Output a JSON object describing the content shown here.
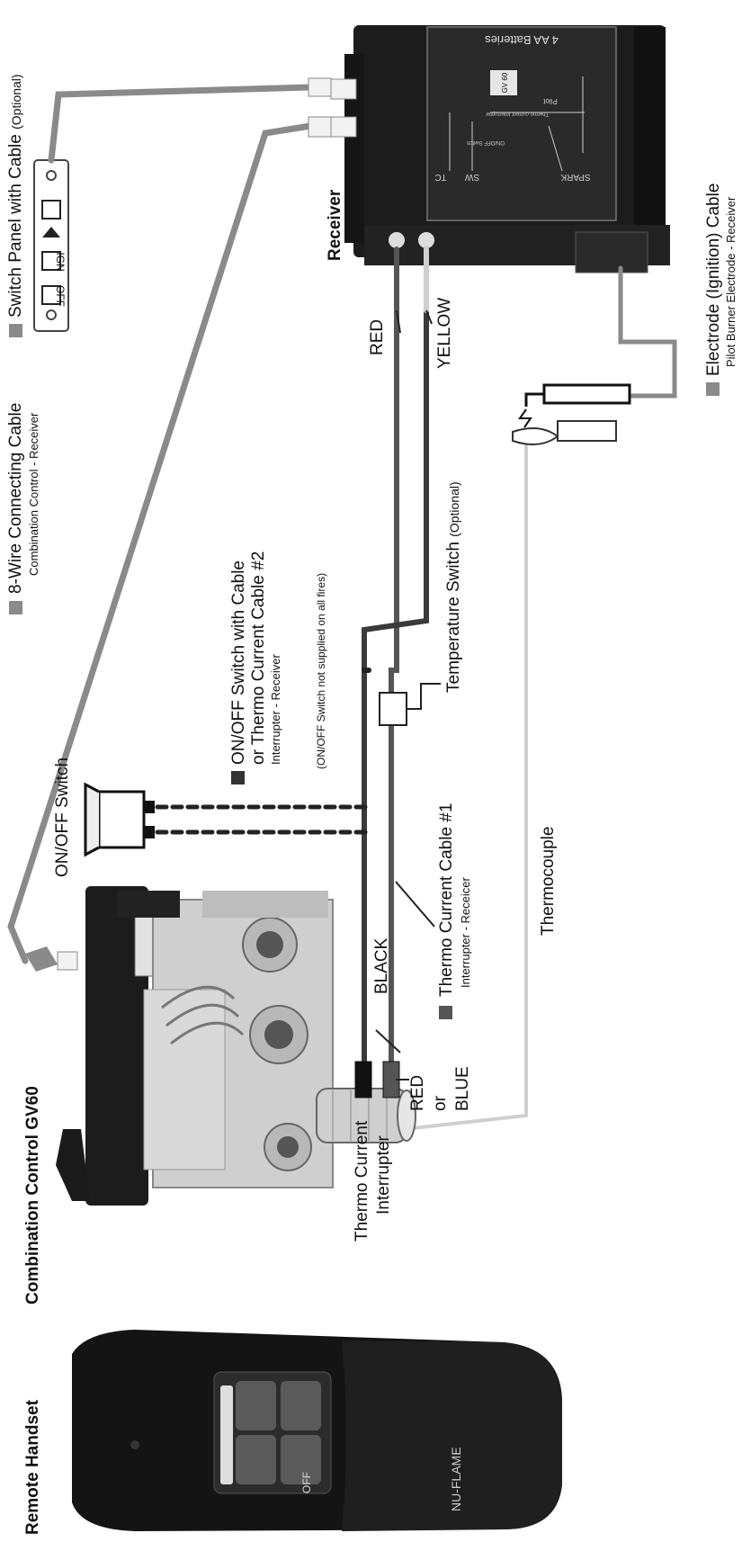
{
  "labels": {
    "remote_handset": "Remote Handset",
    "combination_control": "Combination Control GV60",
    "thermo_current_interrupter": [
      "Thermo Current",
      "Interrupter"
    ],
    "on_off_switch": "ON/OFF Switch",
    "thermocouple": "Thermocouple",
    "receiver": "Receiver",
    "red": "RED",
    "yellow": "YELLOW",
    "black": "BLACK",
    "red_or_blue": [
      "RED",
      "or",
      "BLUE"
    ],
    "temperature_switch": {
      "main": "Temperature Switch",
      "note": "(Optional)"
    }
  },
  "legend": [
    {
      "title": "Switch Panel with Cable",
      "note": "(Optional)",
      "sub": "",
      "color": "#8a8a8a"
    },
    {
      "title": "8-Wire Connecting Cable",
      "note": "",
      "sub": "Combination Control - Receiver",
      "color": "#8a8a8a"
    },
    {
      "title": [
        "ON/OFF Switch with Cable",
        "or Thermo Current Cable #2"
      ],
      "note": "",
      "sub": "Interrupter - Receiver",
      "extra": "(ON/OFF Switch not supplied on all fires)",
      "color": "#333333"
    },
    {
      "title": "Thermo Current Cable #1",
      "note": "",
      "sub": "Interrupter - Receicer",
      "color": "#555555"
    },
    {
      "title": "Electrode (Ignition) Cable",
      "note": "",
      "sub": "Pilot Burner Electrode - Receiver",
      "color": "#8a8a8a"
    }
  ],
  "switch_panel": {
    "off": "OFF",
    "ign": "IGN"
  },
  "receiver_panel": {
    "batteries": "4 AA Batteries",
    "model": "GV 60",
    "pilot": "Pilot",
    "sw": "SW",
    "tc": "TC",
    "spark": "SPARK",
    "onoff": "ON/OFF Switch",
    "tci": "Thermo current Interrupter"
  },
  "handset": {
    "brand": "NU-FLAME",
    "off": "OFF"
  },
  "colors": {
    "gray_cable": "#8a8a8a",
    "dark_cable": "#3a3a3a",
    "device": "#1c1c1c",
    "red_wire": "#555555",
    "yellow_wire": "#bdbdbd"
  }
}
